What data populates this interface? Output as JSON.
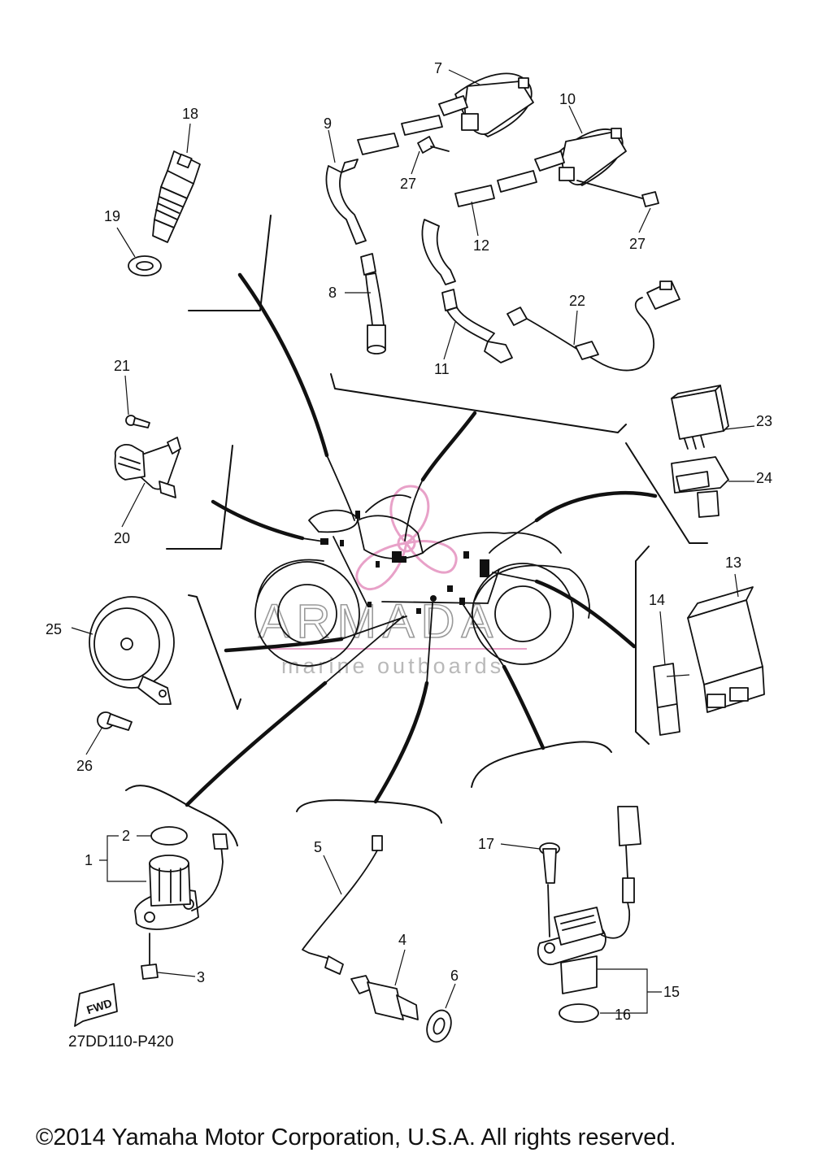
{
  "diagram_code": "27DD110-P420",
  "copyright": "©2014 Yamaha Motor Corporation, U.S.A. All rights reserved.",
  "watermark": {
    "brand": "ARMADA",
    "tagline": "marine outboards",
    "logo_color": "#e8a1c8"
  },
  "fwd_badge": "FWD",
  "callouts": {
    "c1": "1",
    "c2": "2",
    "c3": "3",
    "c4": "4",
    "c5": "5",
    "c6": "6",
    "c7": "7",
    "c8": "8",
    "c9": "9",
    "c10": "10",
    "c11": "11",
    "c12": "12",
    "c13": "13",
    "c14": "14",
    "c15": "15",
    "c16": "16",
    "c17": "17",
    "c18": "18",
    "c19": "19",
    "c20": "20",
    "c21": "21",
    "c22": "22",
    "c23": "23",
    "c24": "24",
    "c25": "25",
    "c26": "26",
    "c27a": "27",
    "c27b": "27"
  }
}
